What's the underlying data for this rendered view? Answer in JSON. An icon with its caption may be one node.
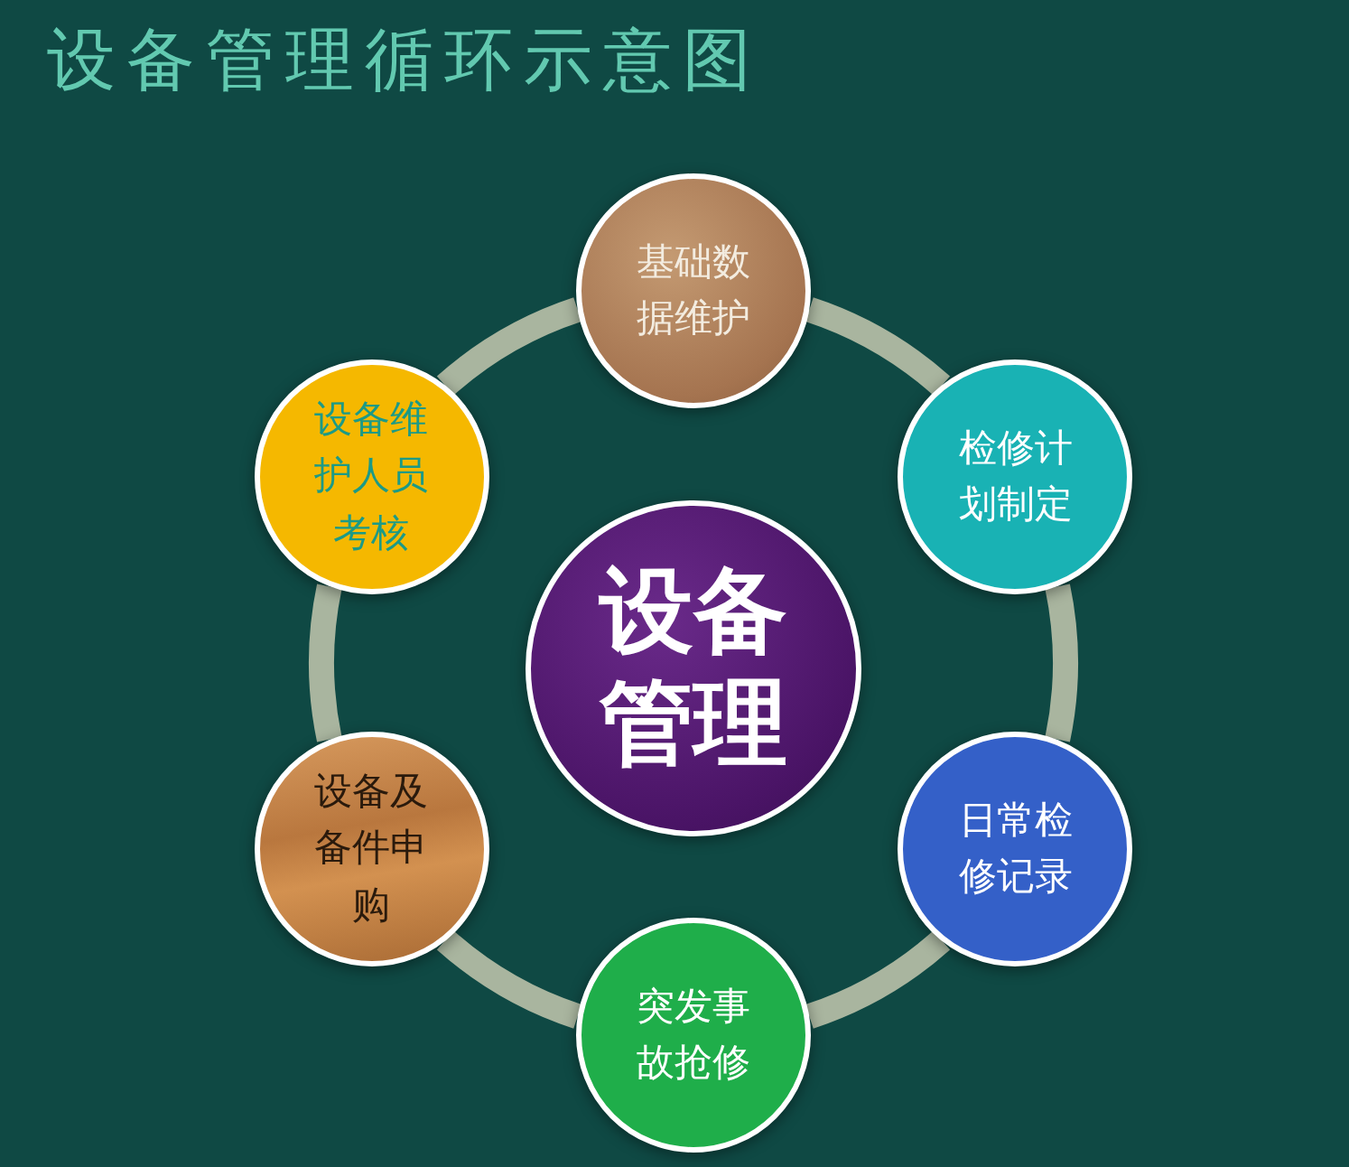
{
  "diagram": {
    "title": "设备管理循环示意图",
    "nodes": [
      {
        "text": [
          "设备管理"
        ]
      },
      {
        "text": [
          "基础数据维护"
        ]
      },
      {
        "text": [
          "检修计划制定"
        ]
      },
      {
        "text": [
          "日常检修记录"
        ]
      },
      {
        "text": [
          "突发事故抢修"
        ]
      },
      {
        "text": [
          "设备及备件申购"
        ]
      },
      {
        "text": [
          "设备维护人员考核"
        ]
      }
    ],
    "edges": [
      {
        "from": 1,
        "to": 2,
        "arrow": "none"
      },
      {
        "from": 2,
        "to": 3,
        "arrow": "none"
      },
      {
        "from": 3,
        "to": 4,
        "arrow": "none"
      },
      {
        "from": 4,
        "to": 5,
        "arrow": "none"
      },
      {
        "from": 5,
        "to": 6,
        "arrow": "none"
      },
      {
        "from": 6,
        "to": 1,
        "arrow": "none"
      }
    ]
  }
}
